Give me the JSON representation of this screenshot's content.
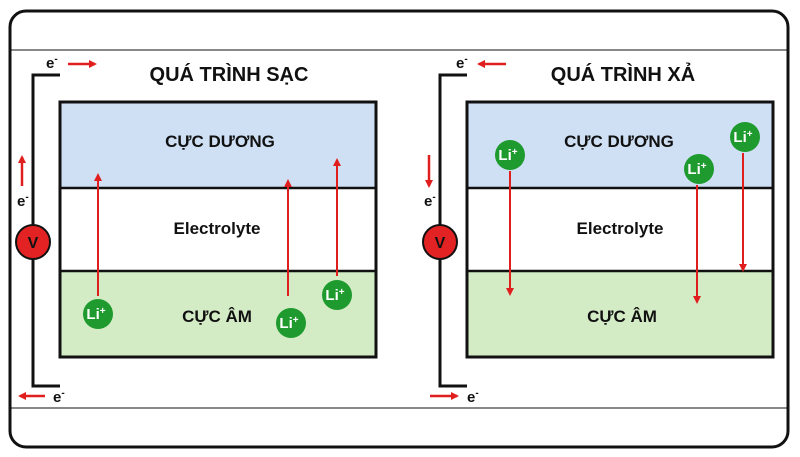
{
  "panels": [
    {
      "title": "QUÁ TRÌNH SẠC",
      "top_label": "CỰC DƯƠNG",
      "middle_label": "Electrolyte",
      "bottom_label": "CỰC ÂM",
      "voltmeter": "V",
      "electron": "e",
      "electron_charge": "-",
      "ion": "Li",
      "ion_charge": "+"
    },
    {
      "title": "QUÁ TRÌNH XẢ",
      "top_label": "CỰC DƯƠNG",
      "middle_label": "Electrolyte",
      "bottom_label": "CỰC ÂM",
      "voltmeter": "V",
      "electron": "e",
      "electron_charge": "-",
      "ion": "Li",
      "ion_charge": "+"
    }
  ],
  "colors": {
    "positive_electrode": "#cfe0f5",
    "negative_electrode": "#d4ecc6",
    "electrolyte": "#ffffff",
    "ion": "#1e9a2e",
    "arrow": "#e01e1e",
    "voltmeter": "#e32323",
    "outline": "#111111"
  }
}
